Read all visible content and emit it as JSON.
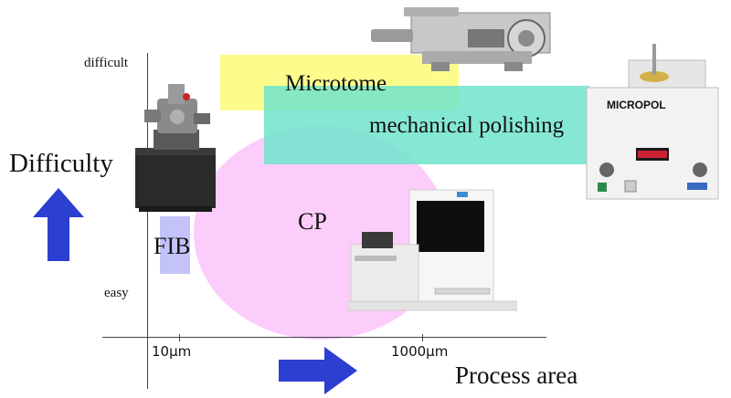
{
  "axis": {
    "y_top_label": "difficult",
    "y_bottom_label": "easy",
    "y_title": "Difficulty",
    "x_tick_1": "10μm",
    "x_tick_2": "1000μm",
    "x_title": "Process area"
  },
  "methods": {
    "microtome": "Microtome",
    "polishing": "mechanical polishing",
    "cp": "CP",
    "fib": "FIB"
  },
  "device_text": {
    "micropol_brand": "MICROPOL"
  },
  "colors": {
    "arrow": "#2b3fd0",
    "cp_region": "#fcc3fa",
    "microtome_region": "#fafc78",
    "polishing_region": "#70e4cc",
    "fib_region": "#bcbcfa"
  }
}
